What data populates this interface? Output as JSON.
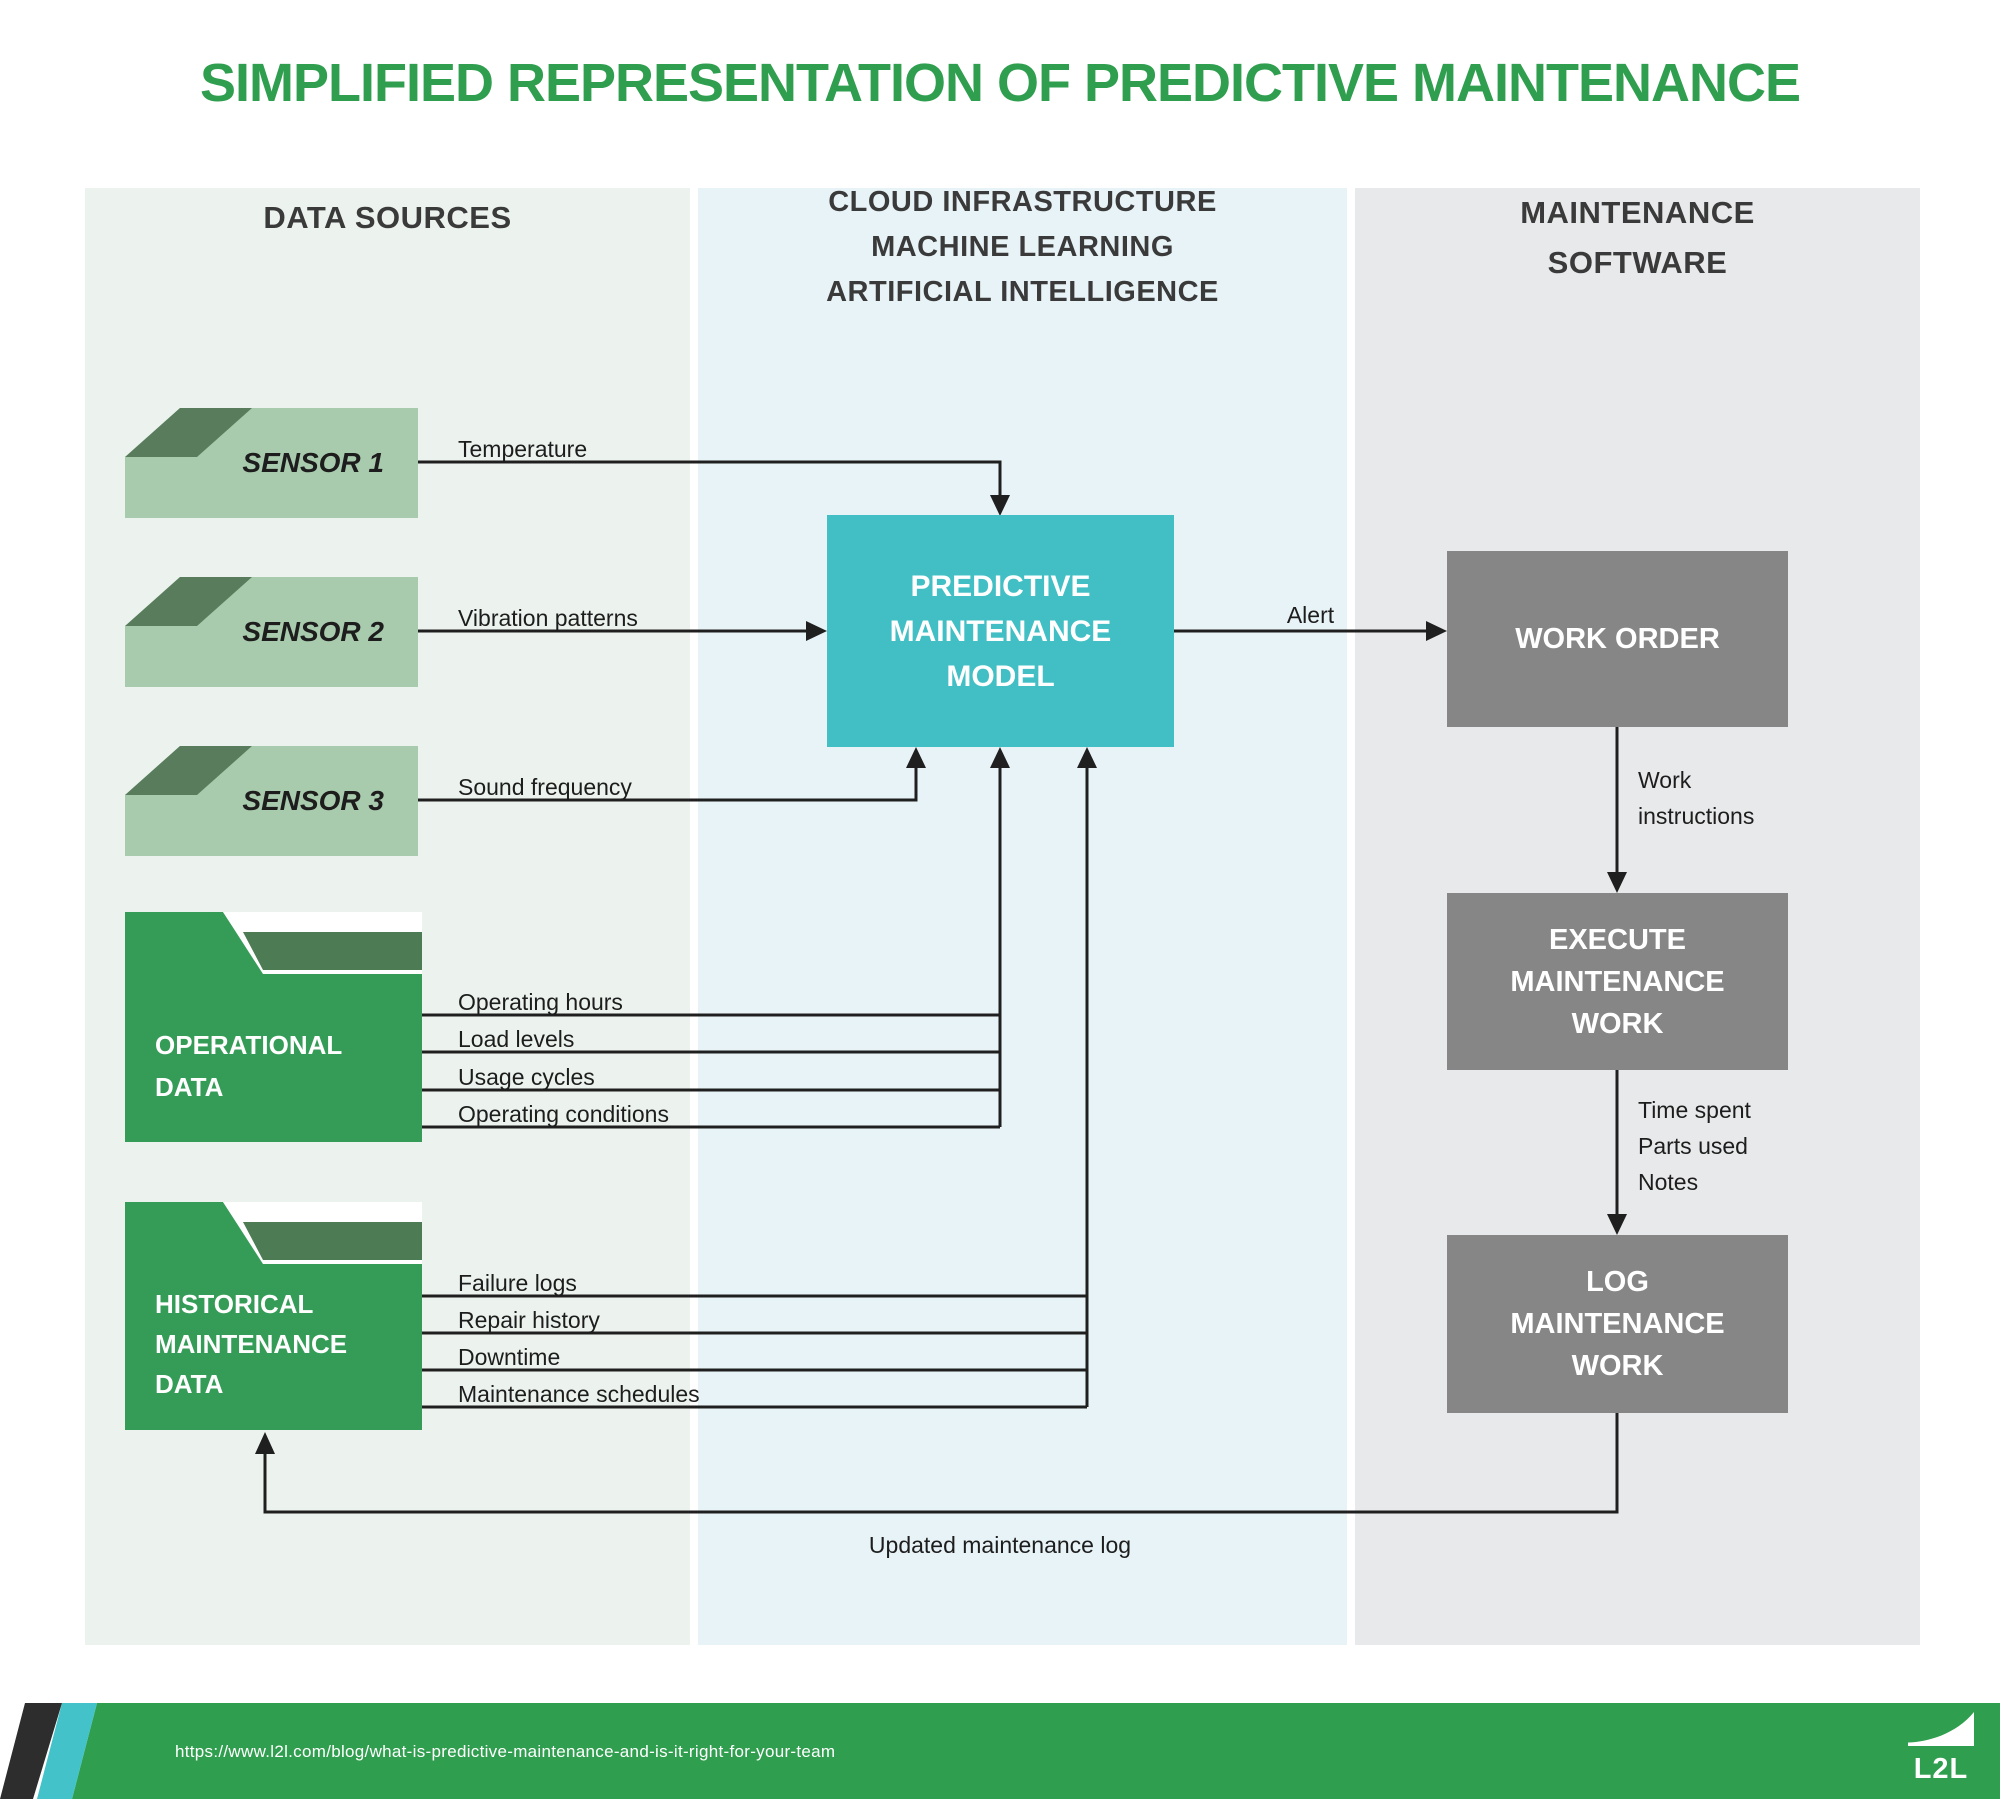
{
  "title": "SIMPLIFIED REPRESENTATION OF PREDICTIVE MAINTENANCE",
  "columns": {
    "sources": {
      "header": "DATA SOURCES"
    },
    "cloud": {
      "header_lines": [
        "CLOUD INFRASTRUCTURE",
        "MACHINE LEARNING",
        "ARTIFICIAL INTELLIGENCE"
      ]
    },
    "software": {
      "header_lines": [
        "MAINTENANCE",
        "SOFTWARE"
      ]
    }
  },
  "sensors": [
    {
      "label": "SENSOR 1",
      "signal": "Temperature"
    },
    {
      "label": "SENSOR 2",
      "signal": "Vibration patterns"
    },
    {
      "label": "SENSOR 3",
      "signal": "Sound frequency"
    }
  ],
  "folders": [
    {
      "label_lines": [
        "OPERATIONAL",
        "DATA"
      ],
      "outputs": [
        "Operating hours",
        "Load levels",
        "Usage cycles",
        "Operating conditions"
      ]
    },
    {
      "label_lines": [
        "HISTORICAL",
        "MAINTENANCE",
        "DATA"
      ],
      "outputs": [
        "Failure logs",
        "Repair history",
        "Downtime",
        "Maintenance schedules"
      ]
    }
  ],
  "model": {
    "label_lines": [
      "PREDICTIVE",
      "MAINTENANCE",
      "MODEL"
    ]
  },
  "software_boxes": [
    {
      "label_lines": [
        "WORK ORDER"
      ]
    },
    {
      "label_lines": [
        "EXECUTE",
        "MAINTENANCE",
        "WORK"
      ]
    },
    {
      "label_lines": [
        "LOG",
        "MAINTENANCE",
        "WORK"
      ]
    }
  ],
  "edges": {
    "alert": "Alert",
    "work_instructions_lines": [
      "Work",
      "instructions"
    ],
    "execution_log_lines": [
      "Time spent",
      "Parts used",
      "Notes"
    ],
    "feedback": "Updated maintenance log"
  },
  "footer": {
    "url": "https://www.l2l.com/blog/what-is-predictive-maintenance-and-is-it-right-for-your-team",
    "logo_text": "L2L"
  },
  "colors": {
    "title_green": "#2f9e4f",
    "panel_left": "#ecf3ee",
    "panel_mid": "#e8f3f7",
    "panel_right": "#e8e9ea",
    "sensor_light": "#a9cbad",
    "sensor_dark": "#587c5c",
    "folder_green": "#359c58",
    "folder_tab": "#4c7b54",
    "model_teal": "#41bfc4",
    "box_gray": "#868686",
    "wire": "#1f1f1f",
    "footer_green": "#2f9e4e",
    "footer_teal": "#43c2c9",
    "footer_dark": "#2d2d2d"
  }
}
